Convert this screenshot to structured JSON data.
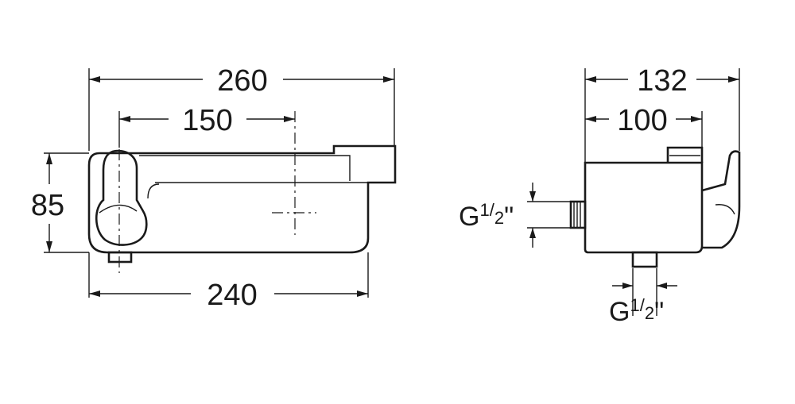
{
  "front_view": {
    "overall_width": "260",
    "spout_offset": "150",
    "height": "85",
    "bottom_width": "240"
  },
  "side_view": {
    "overall_depth": "132",
    "body_depth": "100",
    "inlet_thread": {
      "prefix": "G",
      "num": "1",
      "den": "2",
      "mark": "\""
    },
    "outlet_thread": {
      "prefix": "G",
      "num": "1",
      "den": "2",
      "mark": "\""
    }
  }
}
